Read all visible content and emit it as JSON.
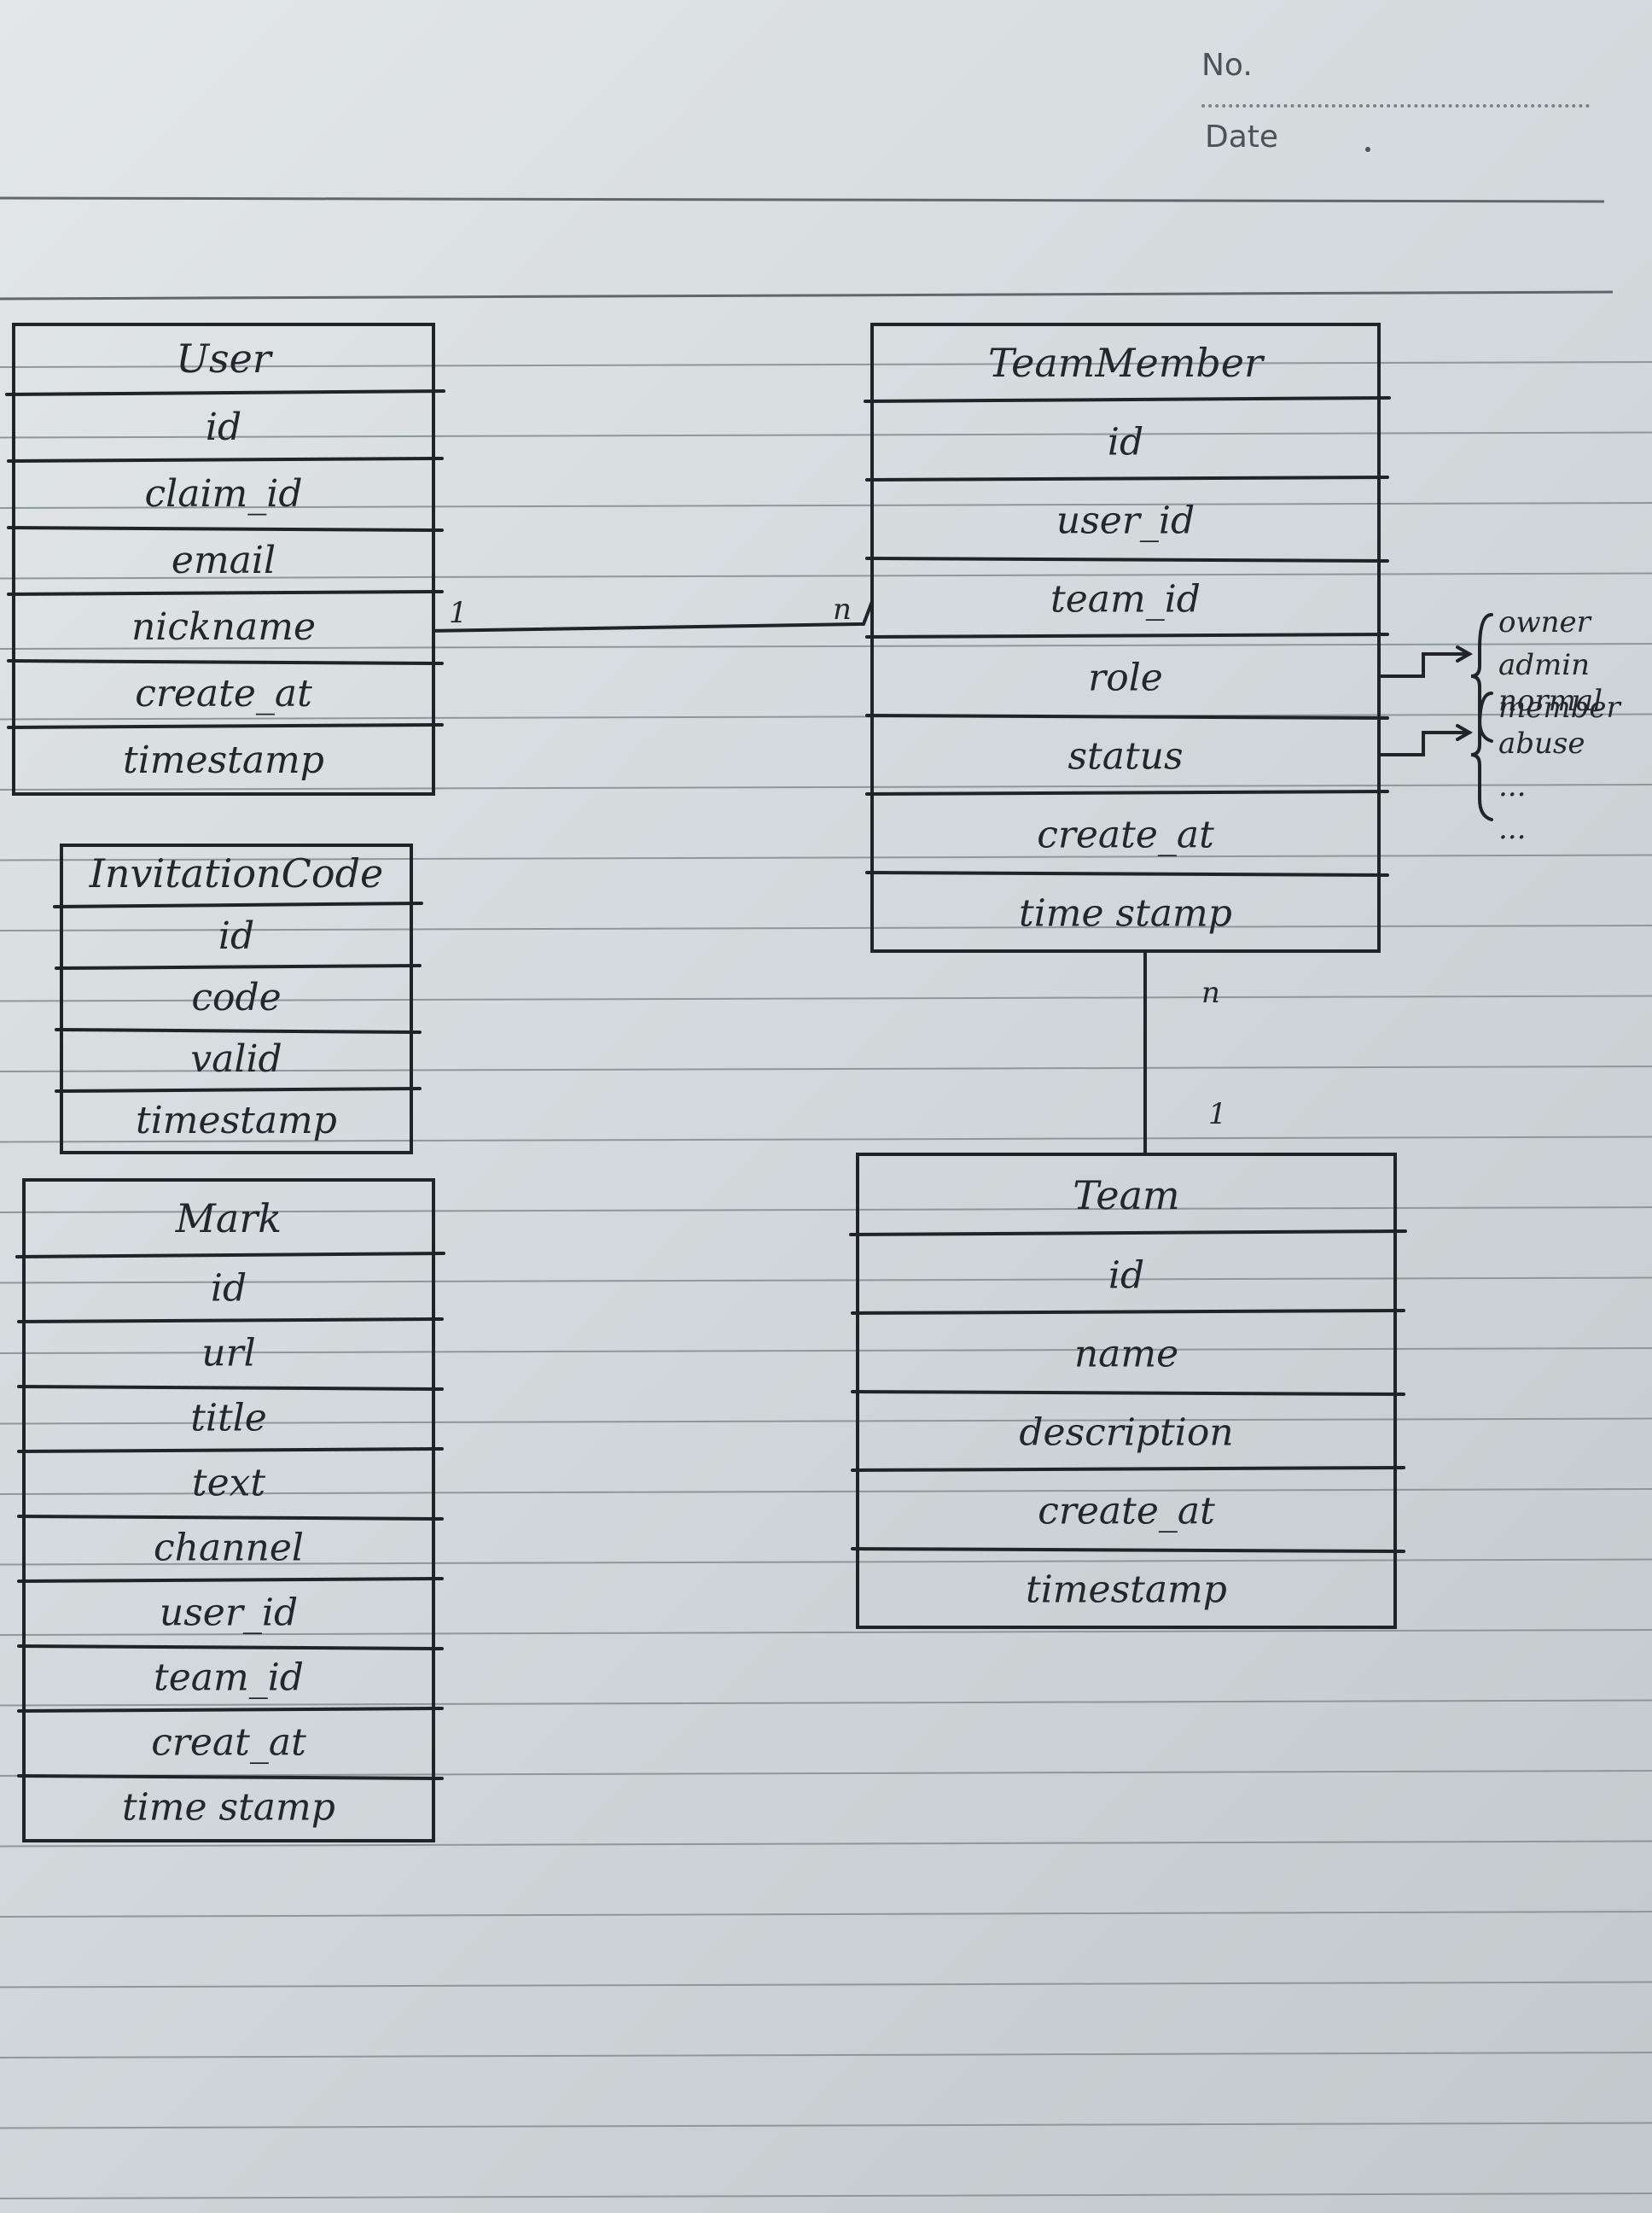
{
  "notebook": {
    "no_label": "No.",
    "date_label": "Date"
  },
  "entities": {
    "user": {
      "title": "User",
      "fields": [
        "id",
        "claim_id",
        "email",
        "nickname",
        "create_at",
        "timestamp"
      ]
    },
    "invitation_code": {
      "title": "InvitationCode",
      "fields": [
        "id",
        "code",
        "valid",
        "timestamp"
      ]
    },
    "mark": {
      "title": "Mark",
      "fields": [
        "id",
        "url",
        "title",
        "text",
        "channel",
        "user_id",
        "team_id",
        "creat_at",
        "time stamp"
      ]
    },
    "team_member": {
      "title": "TeamMember",
      "fields": [
        "id",
        "user_id",
        "team_id",
        "role",
        "status",
        "create_at",
        "time stamp"
      ]
    },
    "team": {
      "title": "Team",
      "fields": [
        "id",
        "name",
        "description",
        "create_at",
        "timestamp"
      ]
    }
  },
  "relations": {
    "user_teammember": {
      "left": "1",
      "right": "n"
    },
    "teammember_team": {
      "upper": "n",
      "lower": "1"
    }
  },
  "enums": {
    "role": [
      "owner",
      "admin",
      "member"
    ],
    "status": [
      "normal",
      "abuse",
      "...",
      "..."
    ]
  }
}
